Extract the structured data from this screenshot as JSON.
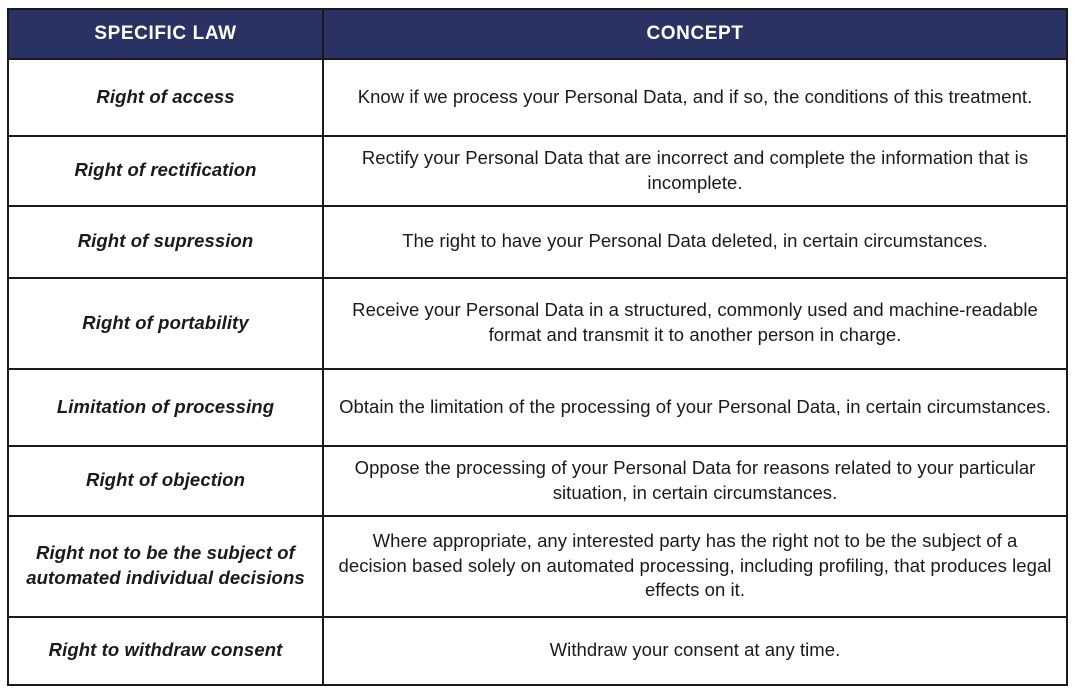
{
  "document": {
    "title": "Specific Law and Concept table",
    "accent_color": "#2a3263",
    "header_text_color": "#ffffff",
    "body_text_color": "#1a1a1a",
    "border_color": "#1a1a1a",
    "background_color": "#ffffff"
  },
  "table": {
    "columns": [
      {
        "key": "law",
        "label": "SPECIFIC LAW"
      },
      {
        "key": "concept",
        "label": "CONCEPT"
      }
    ],
    "rows": [
      {
        "law": "Right of access",
        "concept": "Know if we process your Personal Data, and if so, the conditions of this treatment."
      },
      {
        "law": "Right of rectification",
        "concept": "Rectify your Personal Data that are incorrect and complete the information that is incomplete."
      },
      {
        "law": "Right of supression",
        "concept": "The right to have your Personal Data deleted, in certain circumstances."
      },
      {
        "law": "Right of portability",
        "concept": "Receive your Personal Data in a structured, commonly used and machine-readable format and transmit it to another person in charge."
      },
      {
        "law": "Limitation of processing",
        "concept": "Obtain the limitation of the processing of your Personal Data, in certain circumstances."
      },
      {
        "law": "Right of objection",
        "concept": "Oppose the processing of your Personal Data for reasons related to your particular situation, in certain circumstances."
      },
      {
        "law": "Right not to be the subject of automated individual decisions",
        "concept": "Where appropriate, any interested party has the right not to be the subject of a decision based solely on automated processing, including profiling, that produces legal effects on it."
      },
      {
        "law": "Right to withdraw consent",
        "concept": "Withdraw your consent at any time."
      }
    ]
  }
}
